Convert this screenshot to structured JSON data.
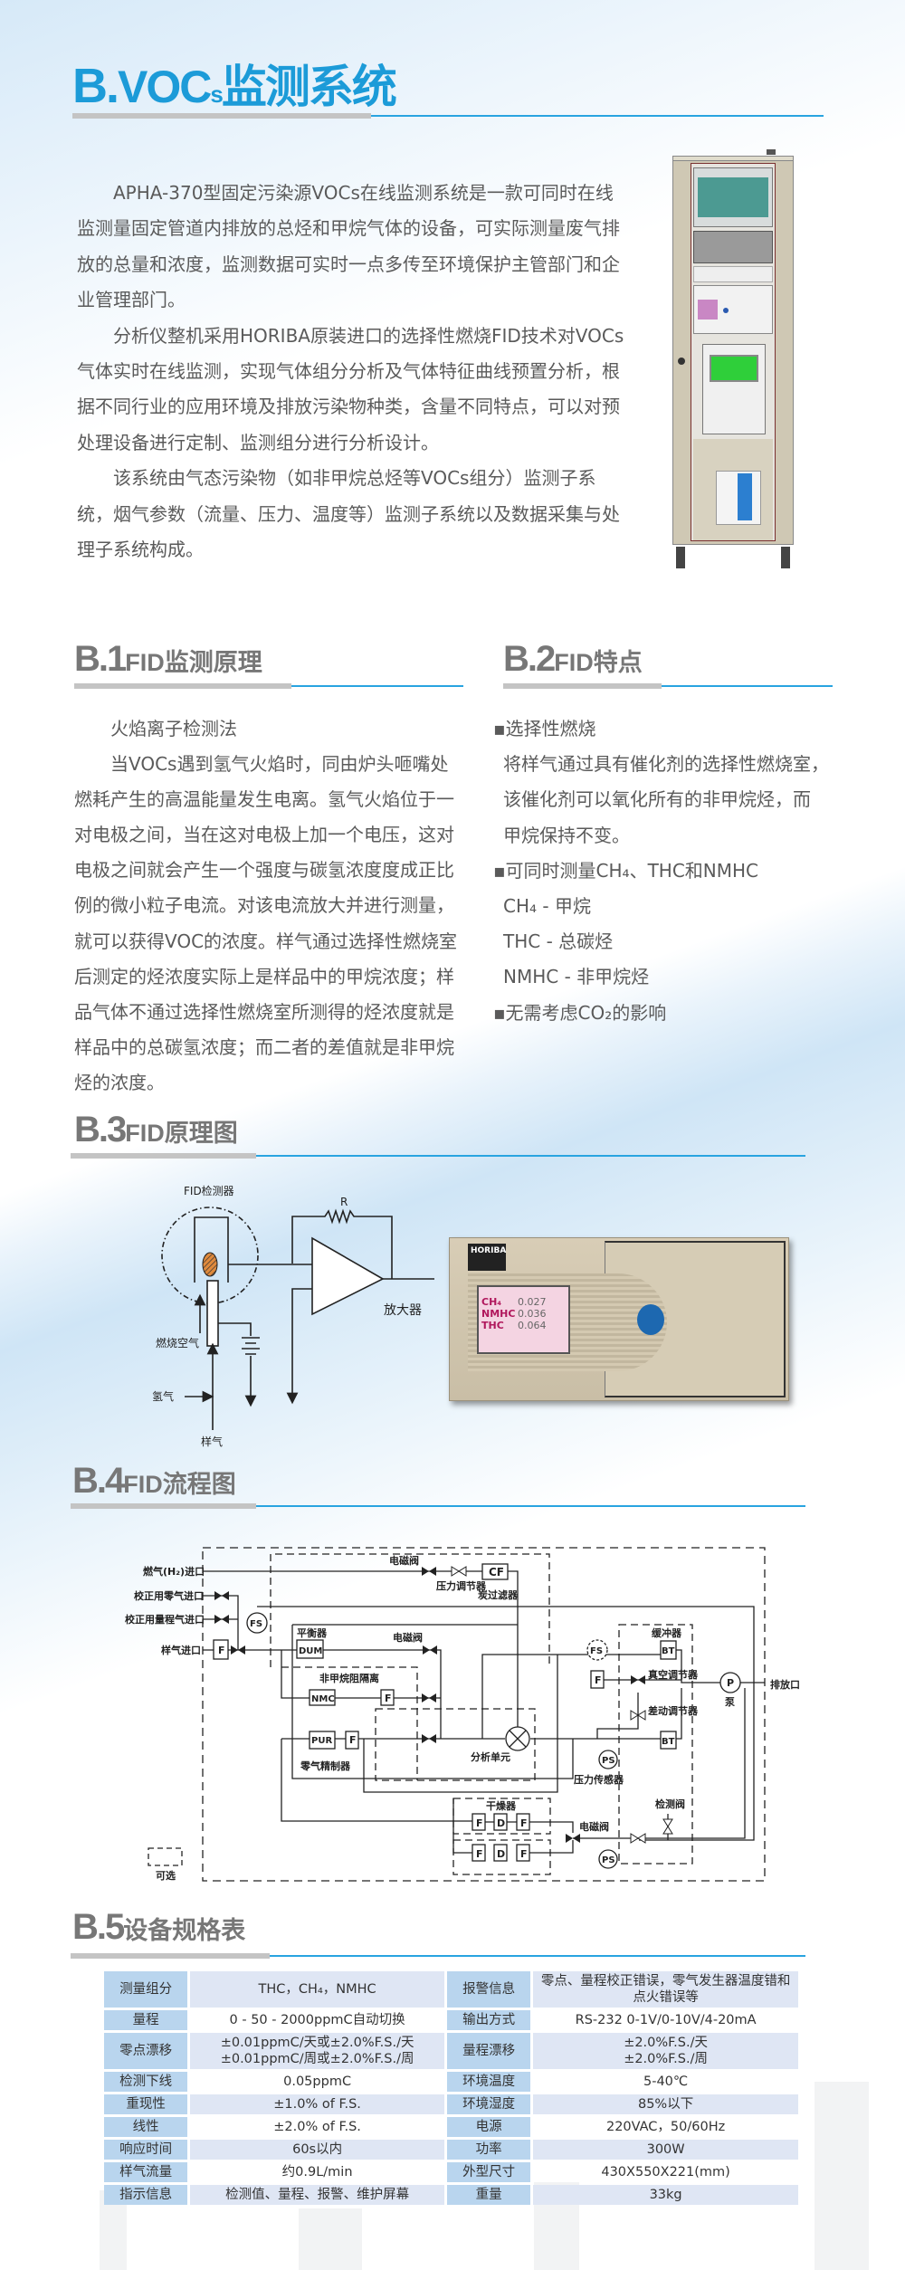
{
  "header": {
    "prefix": "B.",
    "title_a": "VOC",
    "title_sub": "s",
    "title_b": "监测系统"
  },
  "intro": {
    "paragraphs": [
      "APHA-370型固定污染源VOCs在线监测系统是一款可同时在线监测量固定管道内排放的总烃和甲烷气体的设备，可实际测量废气排放的总量和浓度，监测数据可实时一点多传至环境保护主管部门和企业管理部门。",
      "分析仪整机采用HORIBA原装进口的选择性燃烧FID技术对VOCs气体实时在线监测，实现气体组分分析及气体特征曲线预置分析，根据不同行业的应用环境及排放污染物种类，含量不同特点，可以对预处理设备进行定制、监测组分进行分析设计。",
      "该系统由气态污染物（如非甲烷总烃等VOCs组分）监测子系统，烟气参数（流量、压力、温度等）监测子系统以及数据采集与处理子系统构成。"
    ]
  },
  "b1": {
    "num": "B.1",
    "title": "FID监测原理",
    "subtitle": "火焰离子检测法",
    "body": "当VOCs遇到氢气火焰时，同由炉头咂嘴处燃耗产生的高温能量发生电离。氢气火焰位于一对电极之间，当在这对电极上加一个电压，这对电极之间就会产生一个强度与碳氢浓度度成正比例的微小粒子电流。对该电流放大并进行测量，就可以获得VOC的浓度。样气通过选择性燃烧室后测定的烃浓度实际上是样品中的甲烷浓度；样品气体不通过选择性燃烧室所测得的烃浓度就是样品中的总碳氢浓度；而二者的差值就是非甲烷烃的浓度。"
  },
  "b2": {
    "num": "B.2",
    "title": "FID特点",
    "items": [
      "▪选择性燃烧",
      "将样气通过具有催化剂的选择性燃烧室，",
      "该催化剂可以氧化所有的非甲烷烃，而",
      "甲烷保持不变。",
      "▪可同时测量CH₄、THC和NMHC",
      "CH₄ - 甲烷",
      "THC - 总碳烃",
      "NMHC - 非甲烷烃",
      "▪无需考虑CO₂的影响"
    ]
  },
  "b3": {
    "num": "B.3",
    "title": "FID原理图",
    "labels": {
      "detector": "FID检测器",
      "r": "R",
      "amp": "放大器",
      "air": "燃烧空气",
      "h2": "氢气",
      "sample": "样气"
    },
    "analyzer": {
      "brand": "HORIBA",
      "rows": [
        {
          "name": "CH₄",
          "value": "0.027"
        },
        {
          "name": "NMHC",
          "value": "0.036"
        },
        {
          "name": "THC",
          "value": "0.064"
        }
      ]
    }
  },
  "b4": {
    "num": "B.4",
    "title": "FID流程图",
    "labels": {
      "h2_in": "燃气(H₂)进口",
      "zero_in": "校正用零气进口",
      "span_in": "校正用量程气进口",
      "sample_in": "样气进口",
      "sv1": "电磁阀",
      "preg": "压力调节器",
      "cf_label": "炭过滤器",
      "cf": "CF",
      "fs": "FS",
      "f": "F",
      "dum": "DUM",
      "balancer": "平衡器",
      "sv2": "电磁阀",
      "nmc_sep": "非甲烷阻隔离",
      "nmc": "NMC",
      "pur": "PUR",
      "zero_refiner": "零气精制器",
      "analysis": "分析单元",
      "buffer": "缓冲器",
      "bt": "BT",
      "vac_reg": "真空调节器",
      "diff_reg": "差动调节器",
      "p": "P",
      "pump": "泵",
      "outlet": "排放口",
      "ps": "PS",
      "ps_label": "压力传感器",
      "dryer": "干燥器",
      "d": "D",
      "sv3": "电磁阀",
      "check": "检测阀",
      "optional": "可选"
    }
  },
  "b5": {
    "num": "B.5",
    "title": "设备规格表",
    "rows": [
      [
        "测量组分",
        "THC，CH₄，NMHC",
        "报警信息",
        "零点、量程校正错误，零气发生器温度错和点火错误等"
      ],
      [
        "量程",
        "0 - 50 - 2000ppmC自动切换",
        "输出方式",
        "RS-232 0-1V/0-10V/4-20mA"
      ],
      [
        "零点漂移",
        "±0.01ppmC/天或±2.0%F.S./天\n±0.01ppmC/周或±2.0%F.S./周",
        "量程漂移",
        "±2.0%F.S./天\n±2.0%F.S./周"
      ],
      [
        "检测下线",
        "0.05ppmC",
        "环境温度",
        "5-40℃"
      ],
      [
        "重现性",
        "±1.0% of F.S.",
        "环境湿度",
        "85%以下"
      ],
      [
        "线性",
        "±2.0% of F.S.",
        "电源",
        "220VAC，50/60Hz"
      ],
      [
        "响应时间",
        "60s以内",
        "功率",
        "300W"
      ],
      [
        "样气流量",
        "约0.9L/min",
        "外型尺寸",
        "430X550X221(mm)"
      ],
      [
        "指示信息",
        "检测值、量程、报警、维护屏幕",
        "重量",
        "33kg"
      ]
    ]
  },
  "colors": {
    "accent": "#1c9bd8",
    "heading_grey": "#777777",
    "label_cell": "#b9d5ee",
    "value_cell": "#dfe6f4"
  }
}
